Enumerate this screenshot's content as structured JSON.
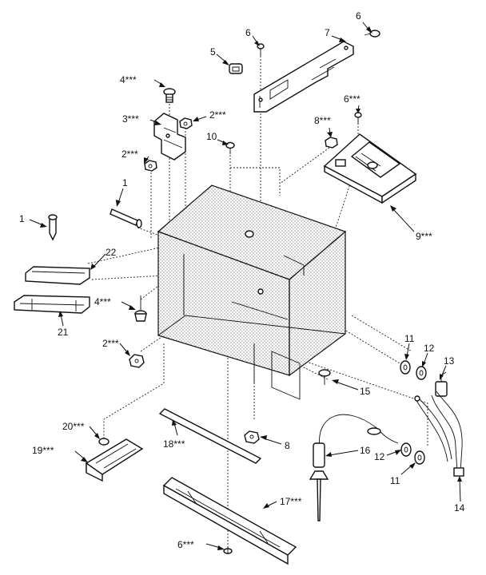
{
  "callouts": [
    {
      "id": "c6a",
      "text": "6"
    },
    {
      "id": "c7",
      "text": "7"
    },
    {
      "id": "c6b",
      "text": "6"
    },
    {
      "id": "c5",
      "text": "5"
    },
    {
      "id": "c4a",
      "text": "4***"
    },
    {
      "id": "c3",
      "text": "3***"
    },
    {
      "id": "c2a",
      "text": "2***"
    },
    {
      "id": "c2b",
      "text": "2***"
    },
    {
      "id": "c10",
      "text": "10"
    },
    {
      "id": "c8a",
      "text": "8***"
    },
    {
      "id": "c6c",
      "text": "6***"
    },
    {
      "id": "c9",
      "text": "9***"
    },
    {
      "id": "c1a",
      "text": "1"
    },
    {
      "id": "c1b",
      "text": "1"
    },
    {
      "id": "c22",
      "text": "22"
    },
    {
      "id": "c21",
      "text": "21"
    },
    {
      "id": "c4b",
      "text": "4***"
    },
    {
      "id": "c2c",
      "text": "2***"
    },
    {
      "id": "c11a",
      "text": "11"
    },
    {
      "id": "c12a",
      "text": "12"
    },
    {
      "id": "c13",
      "text": "13"
    },
    {
      "id": "c15",
      "text": "15"
    },
    {
      "id": "c20",
      "text": "20***"
    },
    {
      "id": "c19",
      "text": "19***"
    },
    {
      "id": "c18",
      "text": "18***"
    },
    {
      "id": "c8b",
      "text": "8"
    },
    {
      "id": "c16",
      "text": "16"
    },
    {
      "id": "c12b",
      "text": "12"
    },
    {
      "id": "c11b",
      "text": "11"
    },
    {
      "id": "c17",
      "text": "17***"
    },
    {
      "id": "c14",
      "text": "14"
    },
    {
      "id": "c6d",
      "text": "6***"
    }
  ]
}
